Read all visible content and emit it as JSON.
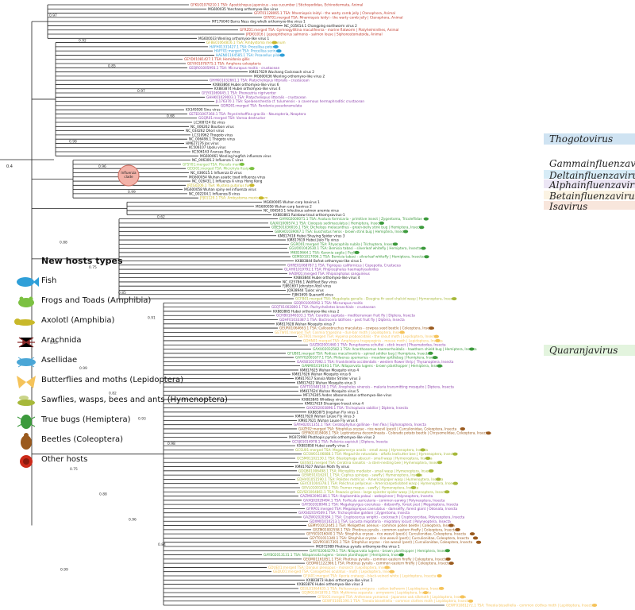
{
  "scale_bar_label": "0.4",
  "clades": [
    {
      "name": "Thogotovirus",
      "color": "#cfe3f2"
    },
    {
      "name": "Gammainfluenzavirus",
      "color": "#ffffff"
    },
    {
      "name": "Deltainfluenzavirus",
      "color": "#d7ecf7"
    },
    {
      "name": "Alphainfluenzavirus",
      "color": "#ece6f5"
    },
    {
      "name": "Betainfluenzavirus",
      "color": "#fbf3e3"
    },
    {
      "name": "Isavirus",
      "color": "#f8e6dc"
    },
    {
      "name": "Quaranjavirus",
      "color": "#e3f4de"
    }
  ],
  "influenza_label": "Influenza\nclade",
  "legend": {
    "title": "New hosts types",
    "items": [
      {
        "label": "Fish",
        "icon": "fish-icon",
        "color": "#2f9fd8"
      },
      {
        "label": "Frogs and Toads (Amphibia)",
        "icon": "frog-icon",
        "color": "#7cc142"
      },
      {
        "label": "Axolotl (Amphibia)",
        "icon": "axolotl-icon",
        "color": "#c8b82a"
      },
      {
        "label": "Arachnida",
        "icon": "spider-icon",
        "color": "#8a2a2a"
      },
      {
        "label": "Asellidae",
        "icon": "isopod-icon",
        "color": "#4aa6d6"
      },
      {
        "label": "Butterflies and moths (Lepidoptera)",
        "icon": "butterfly-icon",
        "color": "#f5c35a"
      },
      {
        "label": "Sawflies, wasps, bees and ants (Hymenoptera)",
        "icon": "wasp-icon",
        "color": "#a6b83a"
      },
      {
        "label": "True bugs (Hemiptera)",
        "icon": "bug-icon",
        "color": "#3c9a3c"
      },
      {
        "label": "Beetles (Coleoptera)",
        "icon": "beetle-icon",
        "color": "#9a5a1e"
      },
      {
        "label": "Other hosts",
        "icon": "other-host-icon",
        "color": "#cc2a1a"
      }
    ]
  },
  "bootstrap_values": [
    "0.97",
    "0.92",
    "0.85",
    "0.97",
    "0.68",
    "0.98",
    "0.96",
    "0.99",
    "0.62",
    "0.88",
    "0.75",
    "0.85",
    "0.91",
    "0.63",
    "0.99",
    "0.82",
    "0.93",
    "0.98",
    "0.75",
    "0.88",
    "0.96",
    "0.84",
    "0.99"
  ],
  "tips": [
    {
      "t": "GFKU01079210.1 TSA: Apostichopus japonicus - sea cucumber | Stichopodidae, Echinodermata, Animal",
      "c": "#c0392b"
    },
    {
      "t": "MG600035 Yanchang orthomyxo-like virus",
      "c": "#111"
    },
    {
      "t": "GFAT01128065.1 TSA: Mnemiopsis leidyi - the warty comb jelly | Ctenophora, Animal",
      "c": "#c0392b"
    },
    {
      "t": "GFAT01:merged TSA: Mnemiopsis leidyi - the warty comb jelly | Ctenophora, Animal",
      "c": "#c0392b"
    },
    {
      "t": "MF176040 Barns Ness dog whelk orthomyxo-like virus 1",
      "c": "#111"
    },
    {
      "t": "NC_035614.1 Changping earthworm virus 2",
      "c": "#111"
    },
    {
      "t": "GFRZ01:merged TSA: Gymnogyllitina maculifennia - marine flatworm | Platyhelminthes, Animal",
      "c": "#c0392b"
    },
    {
      "t": "JPDI01016 | Lepeophtheirus salmonis - salmon louse | Siphonostomatoida, Animal",
      "c": "#c0392b"
    },
    {
      "t": "MG600033 Wenling orthomyxo-like virus 1",
      "c": "#111"
    },
    {
      "t": "GFBE01064816.1 TSA: Ambystoma mexicanum",
      "c": "#c8b82a"
    },
    {
      "t": "HAFH01331427.1 TSA: Procellisa potenia",
      "c": "#2f9fd8"
    },
    {
      "t": "HAFF01:merged TSA: Procellisa serirus",
      "c": "#2f9fd8"
    },
    {
      "t": "HAEN01164585.1 TSA: Proasellus pilokoi",
      "c": "#2f9fd8"
    },
    {
      "t": "GEYD01081427.1 TSA: Hemidonia gillis",
      "c": "#c0392b"
    },
    {
      "t": "GEYX01078775.1 TSA: Amphora coleopteria",
      "c": "#c0392b"
    },
    {
      "t": "GEQR01005993.1 TSA: Micrurapus moitis - crustacean",
      "c": "#8e44ad"
    },
    {
      "t": "KM817629 Wuchang Cockroach virus 2",
      "c": "#111"
    },
    {
      "t": "MG600036 Wenling orthomyxo-like virus 2",
      "c": "#111"
    },
    {
      "t": "GHHK01032661.1 TSA: Platycheliopus littoralis - crustacean",
      "c": "#8e44ad"
    },
    {
      "t": "KX883864 Hubei orthomyxo-like virus 6",
      "c": "#111"
    },
    {
      "t": "KX883874 Hubei orthomyxo-like virus 4",
      "c": "#111"
    },
    {
      "t": "GFJY01069045.1 TSA: Phoneutria nigriventer",
      "c": "#8e44ad"
    },
    {
      "t": "GHHK01029003.1 TSA: Platycheliopus littoralis - crustacean",
      "c": "#8e44ad"
    },
    {
      "t": "JL176370.1 TSA: Spelaeorchestia cf. tulumensis - a cavernous hermaphroditic crustacean",
      "c": "#8e44ad"
    },
    {
      "t": "GDRD01:merged TSA: Parolenia pseudoramulata",
      "c": "#8e44ad"
    },
    {
      "t": "KX349590 Sinu virus",
      "c": "#111"
    },
    {
      "t": "GETE01007360.1 TSA: Peyerimhoffina gracilis - Neuropteria, Neoptera",
      "c": "#8e44ad"
    },
    {
      "t": "GGQR01:merged TSA: Varroa destructor",
      "c": "#8e44ad"
    },
    {
      "t": "LC308724 Oz virus",
      "c": "#111"
    },
    {
      "t": "NC_006262 Bourbon virus",
      "c": "#111"
    },
    {
      "t": "NC_034262 Dhori virus",
      "c": "#111"
    },
    {
      "t": "LC310962 Thogoto virus",
      "c": "#111"
    },
    {
      "t": "NC_006496.1 Thogoto virus",
      "c": "#111"
    },
    {
      "t": "HM627176 Jos virus",
      "c": "#111"
    },
    {
      "t": "KC506107 Upolu virus",
      "c": "#111"
    },
    {
      "t": "KC506163 Aransas Bay virus",
      "c": "#111"
    },
    {
      "t": "MG600061 Wenling hagfish influenza virus",
      "c": "#111"
    },
    {
      "t": "NC_006306.2 Influenza C virus",
      "c": "#111"
    },
    {
      "t": "GFSY01:merged TSA: Pteralis marina",
      "c": "#7cc142"
    },
    {
      "t": "GEGI01:merged TSA: Microhyla fissipes",
      "c": "#7cc142"
    },
    {
      "t": "NC_036615.1 Influenza D virus",
      "c": "#111"
    },
    {
      "t": "MG600054 Wuhan asiatic toad influenza virus",
      "c": "#111"
    },
    {
      "t": "NC_026431.1 Influenza A virus Hong Kong",
      "c": "#111"
    },
    {
      "t": "JPZG0206.1 TSA: Mustela putorius furo",
      "c": "#c8b82a"
    },
    {
      "t": "MG600058 Wuhan spiny eel influenza virus",
      "c": "#111"
    },
    {
      "t": "NC_002204.1 Influenza B virus",
      "c": "#111"
    },
    {
      "t": "JYJ01129.1 TSA: Ambystoma mexicanum",
      "c": "#c8b82a"
    },
    {
      "t": "MG600065 Wuhan carp Isavirus 1",
      "c": "#111"
    },
    {
      "t": "MG600056 Wuhan carp Isavirus 2",
      "c": "#111"
    },
    {
      "t": "NC_006503.1 Infectious salmon anemia virus",
      "c": "#111"
    },
    {
      "t": "KX883861 Rainbow trout orthomyxovirus-1",
      "c": "#111"
    },
    {
      "t": "GAYK02000071.1 TSA: Asotura formicaria - primitive insect | Zygentoma, Tricoleflidae",
      "c": "#3c9a3c"
    },
    {
      "t": "GAJX01009574.1 TSA: Cixiopsis sedimaculatus | Hemiptera, Insecta",
      "c": "#3c9a3c"
    },
    {
      "t": "GBES01036016.1 TSA: Dichelops melacanthus - green-belly stink bug | Hemiptera, Insecta",
      "c": "#3c9a3c"
    },
    {
      "t": "GBKH01039067.1 TSA: Euschistus heros - brown stink bug | Hemiptera, Insecta",
      "c": "#3c9a3c"
    },
    {
      "t": "KM817618 Hubei Shuying Spider virus 3",
      "c": "#111"
    },
    {
      "t": "KM817619 Hubei Jiulo Fly virus",
      "c": "#111"
    },
    {
      "t": "GGRO01:merged TSA: Rhyacophila nubila | Trichoptera, Insecta",
      "c": "#3c9a3c"
    },
    {
      "t": "GGUO01042630.1 TSA: Bemisia tabaci - silverleaf whitefly | Hemiptera, Insecta",
      "c": "#3c9a3c"
    },
    {
      "t": "MK819664.1 TSA: Karonia sagila | Psyll",
      "c": "#3c9a3c"
    },
    {
      "t": "GEMS01017096.1 TSA: Bemisia tabaci - silverleaf whitefly | Hemiptera, Insecta",
      "c": "#3c9a3c"
    },
    {
      "t": "KX883844 Bofrat orthomyxo-like virus 1",
      "c": "#111"
    },
    {
      "t": "GHRE01068787.1 TSA: Tigriopus californicus | Copepoda, Crustacea",
      "c": "#8e44ad"
    },
    {
      "t": "GLAH01019792.1 TSA: Rhipicephalus haemaphysaloides",
      "c": "#8e44ad"
    },
    {
      "t": "HAOR01:merged TSA: Rhipicephalus sanguineus",
      "c": "#8e44ad"
    },
    {
      "t": "KX883844 Hubei orthomyxo-like virus 4",
      "c": "#111"
    },
    {
      "t": "NC_025786.1 Wellfleet Bay virus",
      "c": "#111"
    },
    {
      "t": "FJ861697 Johnston Atoll virus",
      "c": "#111"
    },
    {
      "t": "JQ928944 Tjuloc virus",
      "c": "#111"
    },
    {
      "t": "FJ861695 Quaranfil virus",
      "c": "#111"
    },
    {
      "t": "GCFB01:merged TSA: Megalopta genalis - Dougina fir seed chalcid wasp | Hymenoptera, Insecta",
      "c": "#a6b83a"
    },
    {
      "t": "GEQR01005992.1 TSA: Micrurapus moitis",
      "c": "#8e44ad"
    },
    {
      "t": "GEQT01002800.1 TSA: Pachycheiletes branchiale - crustacean",
      "c": "#8e44ad"
    },
    {
      "t": "KX883865 Hubei orthomyxo-like virus 2",
      "c": "#111"
    },
    {
      "t": "GCHB01046103.1 TSA: Ceratitis capitata - mediterranean fruit fly | Diptera, Insecta",
      "c": "#8e44ad"
    },
    {
      "t": "GDHF01033387.1 TSA: Bactrocera latifrons - pest fruit fly | Diptera, Insecta",
      "c": "#8e44ad"
    },
    {
      "t": "KM817628 Wuhan Mosquito virus 7",
      "c": "#111"
    },
    {
      "t": "GEUR01064663.1 TSA: Callosobruchus maculatus - cowpea seed beetle | Coleoptera, Insecta",
      "c": "#9a5a1e"
    },
    {
      "t": "GETW01:merged TSA: Cosmia trapezina - dun-bar moth | Lepidoptera, Insecta",
      "c": "#f5c35a"
    },
    {
      "t": "GETR01:merged TSA: Hypena proboscidalis - the snout moth | Lepidoptera, Insecta",
      "c": "#f5c35a"
    },
    {
      "t": "GDHN01:merged TSA: Amphipyra tragopoginis - mouse moth | Lepidoptera, Insecta",
      "c": "#f5c35a"
    },
    {
      "t": "GAZD02001460.1 TSA: Peruphasma schultei - stick insect | Phasmatodea, Insecta",
      "c": "#8e44ad"
    },
    {
      "t": "GAXU02032582.1 TSA: Acanthosomus haemorrhoidalis - hawthorn shield bug | Hemiptera, Insecta",
      "c": "#3c9a3c"
    },
    {
      "t": "GFUB01:merged TSA: Podisus maculiventris - spined soldier bug | Hemiptera, Insecta",
      "c": "#3c9a3c"
    },
    {
      "t": "GAYY02001677.1 TSA: Philaenus spumarius - meadow spittlebug | Hemiptera, Insecta",
      "c": "#3c9a3c"
    },
    {
      "t": "GAXS01017092.1 TSA: Frankliniella occidentalis - western flower thrip | Thysanoptera, Insecta",
      "c": "#8e44ad"
    },
    {
      "t": "GANM01019193.1 TSA: Nilaparvata lugens - brown planthopper | Hemiptera, Insecta",
      "c": "#3c9a3c"
    },
    {
      "t": "KM817625 Wuhan Mosquito virus 4",
      "c": "#111"
    },
    {
      "t": "KM817626 Wuhan Mosquito virus 6",
      "c": "#111"
    },
    {
      "t": "KM817617 Sanxia Water Strider virus 3",
      "c": "#111"
    },
    {
      "t": "KM817622 Wuhan Mosquito virus 3",
      "c": "#111"
    },
    {
      "t": "GAFT01048138.1 TSA: Anopheles sinensis - malaria transmitting mosquito | Diptera, Insecta",
      "c": "#8e44ad"
    },
    {
      "t": "KM817624 Wuhan Mosquito virus 5",
      "c": "#111"
    },
    {
      "t": "MF176305 Aedes alboannulatus orthomyxo-like virus",
      "c": "#111"
    },
    {
      "t": "KX883845 Whidbey virus",
      "c": "#111"
    },
    {
      "t": "KM817619 Shuangao Insect virus 4",
      "c": "#111"
    },
    {
      "t": "GAXZ02003896.1 TSA: Trichoplusia sabilior | Diptera, Insecta",
      "c": "#8e44ad"
    },
    {
      "t": "KX883875 Jingshan Fly virus 1",
      "c": "#111"
    },
    {
      "t": "KM817620 Wuhan Louse Fly virus 3",
      "c": "#111"
    },
    {
      "t": "KM817621 Wuhan Louse Fly virus 4",
      "c": "#111"
    },
    {
      "t": "GAYH02011351.1 TSA: Ceratophyllus gallinae - hen flea | Siphonaptera, Insecta",
      "c": "#8e44ad"
    },
    {
      "t": "GAZE02:merged TSA: Sitophilus oryzae - rice weevil (pest) | Curculionidae, Coleoptera, Insecta",
      "c": "#9a5a1e"
    },
    {
      "t": "GEFN01018408.1 TSA: Leptinotarsa decemlineata - Colorado potato beetle | Chrysomelidae, Coleoptera, Insecta",
      "c": "#9a5a1e"
    },
    {
      "t": "MG972990 Phothopis pyralis orthomyxo-like virus 2",
      "c": "#111"
    },
    {
      "t": "GCSJ01014978.1 TSA: Pulicinia aspiciuli | Diptera, Insecta",
      "c": "#8e44ad"
    },
    {
      "t": "KX883858 Hubei sawfly virus 1",
      "c": "#111"
    },
    {
      "t": "GCSU01:merged TSA: Megalomeryx analis - small wasp | Hymenoptera, Insecta",
      "c": "#a6b83a"
    },
    {
      "t": "GCSW01106888.1 TSA: Megachile rotundata - alfalfa leafcutter bee | Hymenoptera, Insecta",
      "c": "#a6b83a"
    },
    {
      "t": "GCSM01102130.1 TSA: Blastophaga abscuri - small wasp | Hymenoptera, Insecta",
      "c": "#a6b83a"
    },
    {
      "t": "GEXS01:merged TSA: Ceratina nanaitis - a stem-nesting bee | Hymenoptera, Insecta",
      "c": "#a6b83a"
    },
    {
      "t": "KM817627 Wuhan Moth fly virus",
      "c": "#111"
    },
    {
      "t": "GDQB01006498.1 TSA: Microplitis mediator - small wasp | Hymenoptera, Insecta",
      "c": "#a6b83a"
    },
    {
      "t": "GEWE01016201.1 TSA: Cephus spinipes - sawfly | Hymenoptera, Insecta",
      "c": "#a6b83a"
    },
    {
      "t": "GDHV01051590.1 TSA: Polistes metricus - Americanpaper wasp | Hymenoptera, Insecta",
      "c": "#a6b83a"
    },
    {
      "t": "GEVC01004378.1 TSA: Polichrus pellyiceus - Americanpetiolated wasp | Hymenoptera, Insecta",
      "c": "#a6b83a"
    },
    {
      "t": "GEVL01001059.1 TSA: Tremex magus - sawfly | Hymenoptera, Insecta",
      "c": "#a6b83a"
    },
    {
      "t": "GEVS01004861.1 TSA: Pewacio grissa - large spinster spider wasp | Hymenoptera, Insecta",
      "c": "#a6b83a"
    },
    {
      "t": "GAZM02096186.1 TSA: Haploembia palaui - webspinner | Polyneoptera, Insecta",
      "c": "#8e44ad"
    },
    {
      "t": "GAXQ02029494.1 TSA: Forficula auricularia - common earwig | Polyneoptera, Insecta",
      "c": "#8e44ad"
    },
    {
      "t": "GAYS02028046.1 TSA: Megalopyrgus coeruleus - dobsonfly, forest pest | Megaloptera, Insecta",
      "c": "#8e44ad"
    },
    {
      "t": "GFRP01:merged TSA: Megaloprepus caerulatus - damselfly, forest giant | Odonata, Insecta",
      "c": "#8e44ad"
    },
    {
      "t": "GAXS02019509.1 TSA: Trichosyliidae goldoni | Zygentoma, Insecta",
      "c": "#8e44ad"
    },
    {
      "t": "GAZW02020584.1 TSA: Cryptocercus wrighti - cockroach | Cryptocercidae, Polyneoptera, Insecta",
      "c": "#8e44ad"
    },
    {
      "t": "GDXM01010213.1 TSA: Locusta migratoria - migratory locust | Polyneoptera, Insecta",
      "c": "#8e44ad"
    },
    {
      "t": "GEMY01012445.1 TSA: Meligethes aeneus - common pollen beetle | Coleoptera, Insecta",
      "c": "#9a5a1e"
    },
    {
      "t": "GEZM01002558.1 TSA: Photinus pyralis - common eastern firefly | Coleoptera, Insecta",
      "c": "#9a5a1e"
    },
    {
      "t": "GEYS01016040.1 TSA: Sitophilus oryzae - rice weevil (pest) | Curculionidae, Coleoptera, Insecta",
      "c": "#9a5a1e"
    },
    {
      "t": "GEYT01011340.1 TSA: Sitophilus oryzae - rice weevil (pest) | Curculionidae, Coleoptera, Insecta",
      "c": "#9a5a1e"
    },
    {
      "t": "GEVP01017391.1 TSA: Sitophilus oryzae - rice weevil (pest) | Curculionidae, Coleoptera, Insecta",
      "c": "#9a5a1e"
    },
    {
      "t": "MG972989 Photinus pyralis orthomyxo-like virus 1",
      "c": "#111"
    },
    {
      "t": "GAYF02064279.1 TSA: Nilaparvata lugens - brown planthopper | Hemiptera, Insecta",
      "c": "#3c9a3c"
    },
    {
      "t": "GAYB02013131.1 TSA: Nilaparvata lugens - brown planthopper | Hemiptera, Insecta",
      "c": "#3c9a3c"
    },
    {
      "t": "GEOM01161851.1 TSA: Photinus pyralis - common eastern firefly | Coleoptera, Insecta",
      "c": "#9a5a1e"
    },
    {
      "t": "GEOM01122366.1 TSA: Photinus pyralis - common eastern firefly | Coleoptera, Insecta",
      "c": "#9a5a1e"
    },
    {
      "t": "GDUE01:merged TSA: Danaus plexippus - monarch | Lepidoptera, Insecta",
      "c": "#f5c35a"
    },
    {
      "t": "GEDU01:merged TSA: Conogethes oculatus - moth | Lepidoptera, Insecta",
      "c": "#f5c35a"
    },
    {
      "t": "GFJA01:merged TSA: Aporia crataegi - black-veined white | Lepidoptera, Insecta",
      "c": "#f5c35a"
    },
    {
      "t": "KX883873 Hubei orthomyxo-like virus 1",
      "c": "#111"
    },
    {
      "t": "KX883876 Hubei orthomyxo-like virus 3",
      "c": "#111"
    },
    {
      "t": "GEUL01064635.1 TSA: Helicoverpa armigera - cotton bollworm | Lepidoptera, Insecta",
      "c": "#f5c35a"
    },
    {
      "t": "GDJM01041878.1 TSA: Mythimna separata - armyworm | Lepidoptera, Insecta",
      "c": "#f5c35a"
    },
    {
      "t": "GFSU01:merged TSA: Antheraea yamamai - Japanese oak silkmoth | Lepidoptera, Insecta",
      "c": "#f5c35a"
    },
    {
      "t": "GEWF01081190.1 TSA: Tineola bisselliella - common clothes moth | Lepidoptera, Insecta",
      "c": "#f5c35a"
    },
    {
      "t": "GEWF01081272.1 TSA: Tineola bisselliella - common clothes moth | Lepidoptera, Insecta",
      "c": "#f5c35a"
    }
  ]
}
